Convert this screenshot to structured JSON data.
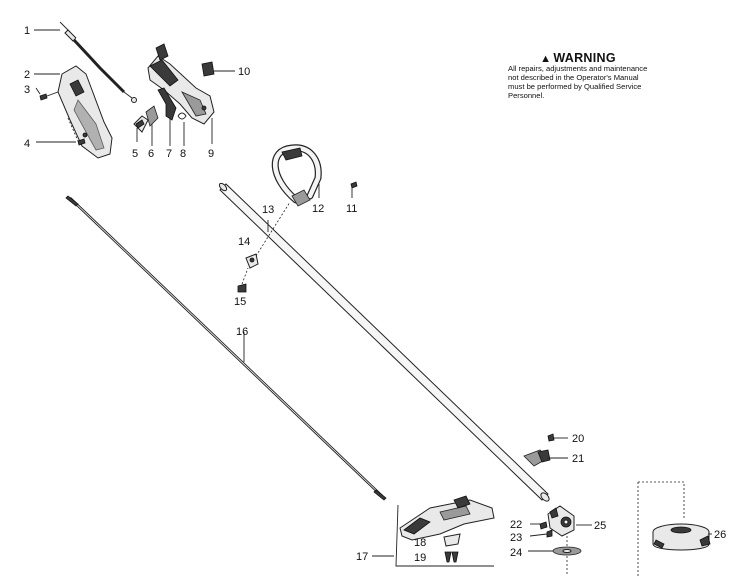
{
  "warning": {
    "title": "WARNING",
    "text": "All repairs, adjustments and maintenance not described in the Operator's Manual must be performed by Qualified Service Personnel."
  },
  "callouts": {
    "c1": "1",
    "c2": "2",
    "c3": "3",
    "c4": "4",
    "c5": "5",
    "c6": "6",
    "c7": "7",
    "c8": "8",
    "c9": "9",
    "c10": "10",
    "c11": "11",
    "c12": "12",
    "c13": "13",
    "c14": "14",
    "c15": "15",
    "c16": "16",
    "c17": "17",
    "c18": "18",
    "c19": "19",
    "c20": "20",
    "c21": "21",
    "c22": "22",
    "c23": "23",
    "c24": "24",
    "c25": "25",
    "c26": "26"
  }
}
